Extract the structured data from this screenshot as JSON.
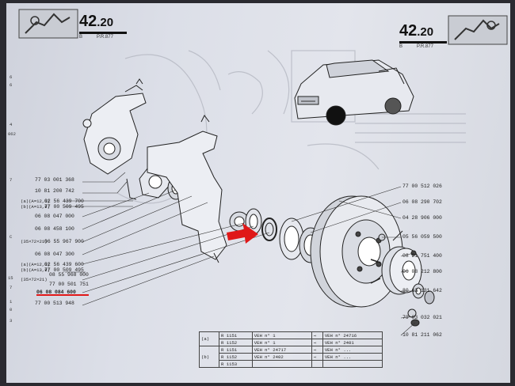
{
  "header_left": {
    "number": "42",
    "decimal": ".20",
    "code_left": "B",
    "code_right": "P.R.877"
  },
  "header_right": {
    "number": "42",
    "decimal": ".20",
    "code_left": "B",
    "code_right": "P.R.877"
  },
  "margin_marks": [
    "6",
    "6",
    "4",
    "062",
    "7",
    "C",
    "15",
    "7",
    "1",
    "0",
    "3"
  ],
  "left_parts": [
    {
      "id": "l1",
      "text": "77 03 001 368"
    },
    {
      "id": "l2",
      "text": "10 81 200 742"
    },
    {
      "id": "l3",
      "cond": "(a)(A=12,1)",
      "text": "02 56 439 700"
    },
    {
      "id": "l4",
      "cond": "(b)(A=13,8)",
      "text": "77 00 509 495"
    },
    {
      "id": "l5",
      "text": "06 08 047 000"
    },
    {
      "id": "l6",
      "text": "06 08 458 100"
    },
    {
      "id": "l7",
      "cond": "(35×72×21)",
      "text": "06 55 967 900"
    },
    {
      "id": "l8",
      "text": "06 08 047 300"
    },
    {
      "id": "l9",
      "cond": "(a)(A=12,1)",
      "text": "02 56 439 600"
    },
    {
      "id": "l10",
      "cond": "(b)(A=13,8)",
      "text": "77 00 509 495"
    },
    {
      "id": "l11",
      "cond": "(35×72×21)",
      "text": "08 55 968 000"
    },
    {
      "id": "l12",
      "text": "77 00 501 751"
    },
    {
      "id": "l13",
      "text": "06 08 084 600",
      "highlighted": true
    },
    {
      "id": "l14",
      "text": "77 00 513 948"
    }
  ],
  "right_parts": [
    "77 00 512 026",
    "06 08 290 702",
    "04 28 906 000",
    "05 56 059 500",
    "08 21 751 400",
    "06 08 212 800",
    "80 63 131 642",
    "79 03 032 021",
    "10 81 211 062"
  ],
  "legend": [
    {
      "group": "(a)",
      "model": "R 1151",
      "from": "VEH n°",
      "from_no": "1",
      "to": "VEH n°",
      "to_no": "24716"
    },
    {
      "group": "",
      "model": "R 1152",
      "from": "VEH n°",
      "from_no": "1",
      "to": "VEH n°",
      "to_no": "2401"
    },
    {
      "group": "",
      "model": "R 1151",
      "from": "VEH n°",
      "from_no": "24717",
      "to": "VEH n°",
      "to_no": "..."
    },
    {
      "group": "(b)",
      "model": "R 1152",
      "from": "VEH n°",
      "from_no": "2402",
      "to": "VEH n°",
      "to_no": "..."
    },
    {
      "group": "",
      "model": "R 1153",
      "from": "",
      "from_no": "",
      "to": "",
      "to_no": ""
    }
  ],
  "colors": {
    "arrow": "#e01818",
    "underline": "#e01818",
    "ink": "#222222"
  }
}
